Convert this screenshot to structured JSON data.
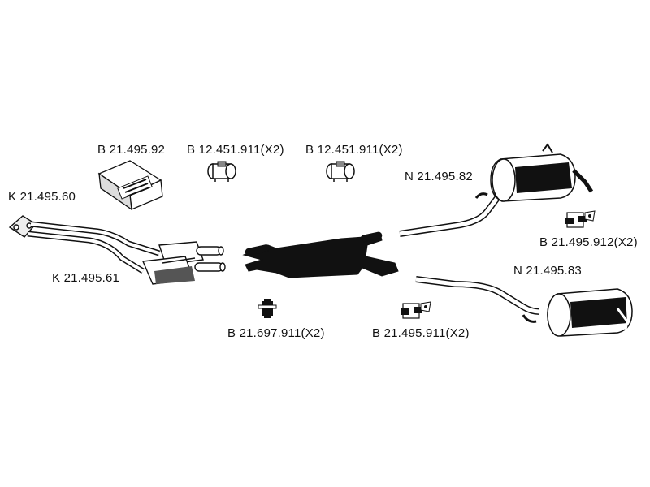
{
  "diagram": {
    "parts": [
      {
        "id": "mounting-kit",
        "code": "B 21.495.92"
      },
      {
        "id": "clamp-1",
        "code": "B 12.451.911(X2)"
      },
      {
        "id": "clamp-2",
        "code": "B 12.451.911(X2)"
      },
      {
        "id": "front-pipe-upper",
        "code": "K 21.495.60"
      },
      {
        "id": "front-pipe-lower",
        "code": "K 21.495.61"
      },
      {
        "id": "rear-muffler-right",
        "code": "N 21.495.82"
      },
      {
        "id": "rubber-mount-right",
        "code": "B 21.495.912(X2)"
      },
      {
        "id": "rear-muffler-left",
        "code": "N 21.495.83"
      },
      {
        "id": "center-mount",
        "code": "B 21.697.911(X2)"
      },
      {
        "id": "rubber-mount-center",
        "code": "B 21.495.911(X2)"
      }
    ]
  }
}
